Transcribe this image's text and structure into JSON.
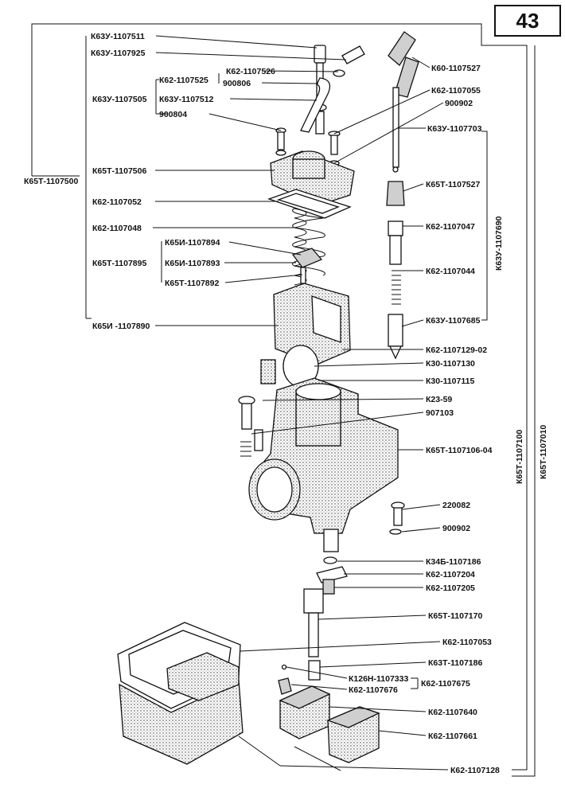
{
  "page_number": "43",
  "labels": {
    "k63u_1107511": "К63У-1107511",
    "k63u_1107925": "К63У-1107925",
    "k62_1107526": "К62-1107526",
    "k62_1107525": "К62-1107525",
    "p900806": "900806",
    "k63u_1107505": "К63У-1107505",
    "k63u_1107512": "К63У-1107512",
    "p900804": "900804",
    "k65t_1107500": "К65Т-1107500",
    "k65t_1107506": "К65Т-1107506",
    "k62_1107052": "К62-1107052",
    "k62_1107048": "К62-1107048",
    "k65i_1107894": "К65И-1107894",
    "k65t_1107895": "К65Т-1107895",
    "k65i_1107893": "К65И-1107893",
    "k65t_1107892": "К65Т-1107892",
    "k65i_1107890": "К65И -1107890",
    "k60_1107527": "К60-1107527",
    "k62_1107055": "К62-1107055",
    "p900902_top": "900902",
    "k63u_1107703": "К63У-1107703",
    "k65t_1107527": "К65Т-1107527",
    "k62_1107047": "К62-1107047",
    "k62_1107044": "К62-1107044",
    "k63u_1107685": "К63У-1107685",
    "k63u_1107690": "К63У-1107690",
    "k62_1107129_02": "К62-1107129-02",
    "k30_1107130": "К30-1107130",
    "k30_1107115": "К30-1107115",
    "k23_59": "К23-59",
    "p907103": "907103",
    "k65t_1107106_04": "К65Т-1107106-04",
    "k65t_1107100": "К65Т-1107100",
    "k65t_1107010": "К65Т-1107010",
    "p220082": "220082",
    "p900902_bottom": "900902",
    "k34b_1107186": "К34Б-1107186",
    "k62_1107204": "К62-1107204",
    "k62_1107205": "К62-1107205",
    "k65t_1107170": "К65Т-1107170",
    "k62_1107053": "К62-1107053",
    "k63t_1107186": "К63Т-1107186",
    "k126n_1107333": "К126Н-1107333",
    "k62_1107675": "К62-1107675",
    "k62_1107676": "К62-1107676",
    "k62_1107640": "К62-1107640",
    "k62_1107661": "К62-1107661",
    "k62_1107128": "К62-1107128"
  }
}
